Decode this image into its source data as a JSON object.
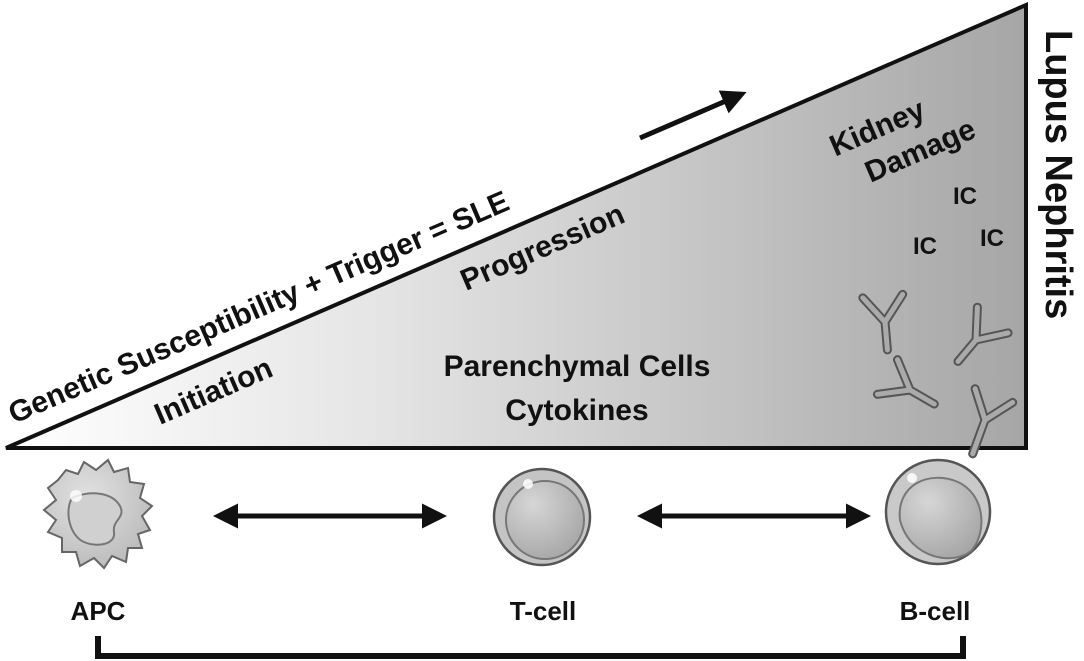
{
  "diagram": {
    "slope_label": "Genetic Susceptibility + Trigger = SLE",
    "stages": {
      "initiation": "Initiation",
      "progression": "Progression",
      "kidney_damage_line1": "Kidney",
      "kidney_damage_line2": "Damage"
    },
    "center_text": {
      "line1": "Parenchymal Cells",
      "line2": "Cytokines"
    },
    "immune_complex_label": "IC",
    "outcome_label": "Lupus Nephritis",
    "cells": {
      "apc": "APC",
      "tcell": "T-cell",
      "bcell": "B-cell"
    }
  },
  "colors": {
    "triangle_light": "#ffffff",
    "triangle_dark": "#a9a9a9",
    "ink": "#111111",
    "cell_fill": "#bdbdbd",
    "antibody": "#9e9e9e"
  }
}
